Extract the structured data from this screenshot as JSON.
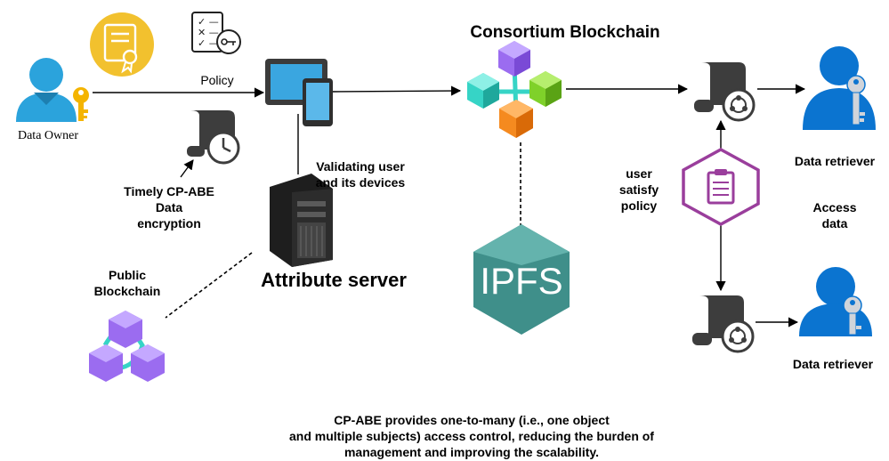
{
  "labels": {
    "data_owner": "Data Owner",
    "policy": "Policy",
    "consortium_blockchain": "Consortium Blockchain",
    "timely_encryption": [
      "Timely CP-ABE",
      "Data",
      "encryption"
    ],
    "validating": [
      "Validating user",
      "and its devices"
    ],
    "attribute_server": "Attribute server",
    "public_blockchain": [
      "Public",
      "Blockchain"
    ],
    "ipfs": "IPFS",
    "user_satisfy_policy": [
      "user",
      "satisfy",
      "policy"
    ],
    "data_retriever_top": "Data retriever",
    "access_data": [
      "Access",
      "data"
    ],
    "data_retriever_bottom": "Data retriever"
  },
  "caption": [
    "CP-ABE provides one-to-many (i.e., one object",
    "and multiple subjects) access control, reducing the burden of",
    "management and improving the scalability."
  ],
  "colors": {
    "owner_blue": "#2ba3dc",
    "key_gold": "#f4b400",
    "certificate_gold": "#f2c12e",
    "scroll_dark": "#3d3d3d",
    "retriever_blue": "#0b74d0",
    "ipfs_teal": "#3f8f8a",
    "policy_purple": "#9a3e9c",
    "cube_purple": "#9b6cf0",
    "cube_teal": "#36d4c6",
    "cube_green": "#7fd12a",
    "cube_orange": "#f58a1f"
  }
}
